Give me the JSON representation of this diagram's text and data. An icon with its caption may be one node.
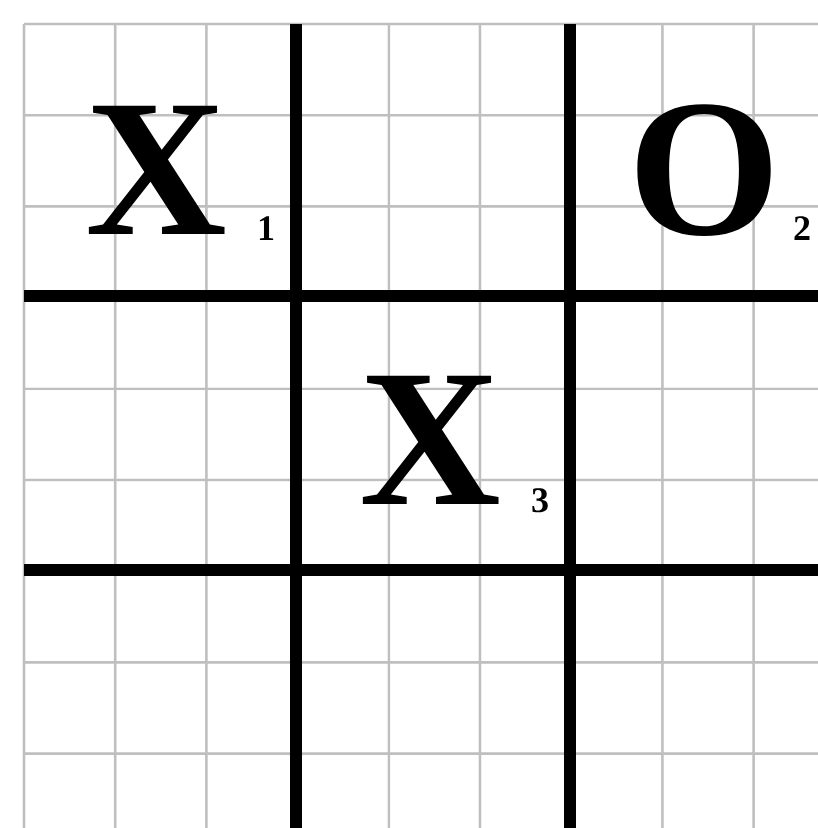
{
  "diagram": {
    "labels": [
      "X",
      "1",
      "O",
      "2",
      "X",
      "3"
    ]
  }
}
